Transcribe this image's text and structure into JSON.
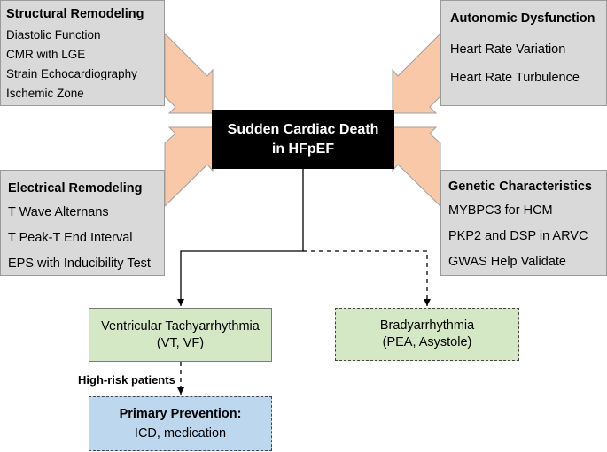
{
  "structural": {
    "title": "Structural Remodeling",
    "items": [
      "Diastolic Function",
      "CMR with LGE",
      "Strain Echocardiography",
      "Ischemic Zone"
    ]
  },
  "autonomic": {
    "title": "Autonomic Dysfunction",
    "items": [
      "Heart Rate Variation",
      "Heart Rate Turbulence"
    ]
  },
  "electrical": {
    "title": "Electrical Remodeling",
    "items": [
      "T Wave Alternans",
      "T Peak-T End Interval",
      "EPS with Inducibility Test"
    ]
  },
  "genetic": {
    "title": "Genetic Characteristics",
    "items": [
      "MYBPC3 for HCM",
      "PKP2 and DSP in ARVC",
      "GWAS Help Validate"
    ]
  },
  "center": {
    "line1": "Sudden Cardiac Death",
    "line2": "in HFpEF"
  },
  "vt": {
    "line1": "Ventricular Tachyarrhythmia",
    "line2": "(VT, VF)"
  },
  "brady": {
    "line1": "Bradyarrhythmia",
    "line2": "(PEA, Asystole)"
  },
  "highrisk_label": "High-risk patients",
  "prevention": {
    "title": "Primary Prevention:",
    "detail": "ICD, medication"
  },
  "colors": {
    "grey_box": "#d9d9d9",
    "center_box": "#000000",
    "green_box": "#d5e8c5",
    "blue_box": "#bdd7ee",
    "arrow_fill": "#f8c8a8"
  }
}
